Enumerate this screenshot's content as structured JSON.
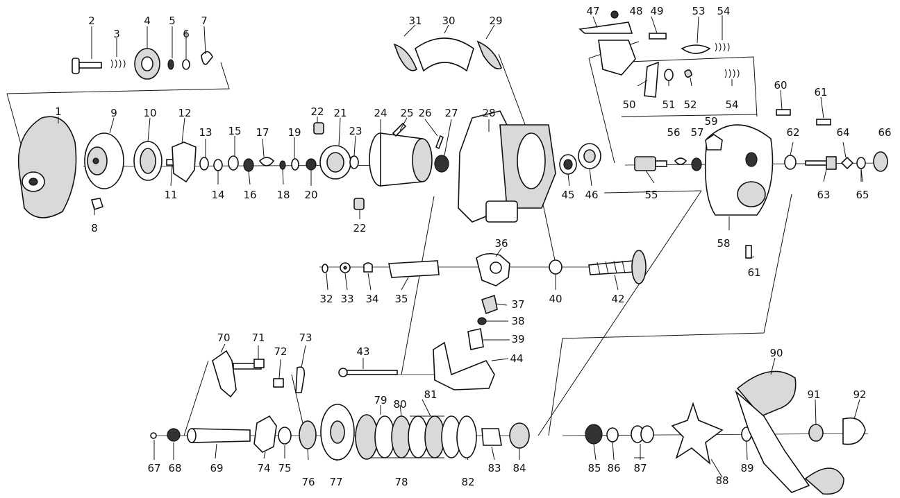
{
  "part_numbers": [
    "1",
    "2",
    "3",
    "4",
    "5",
    "6",
    "7",
    "8",
    "9",
    "10",
    "11",
    "12",
    "13",
    "14",
    "15",
    "16",
    "17",
    "18",
    "19",
    "20",
    "21",
    "22",
    "22",
    "23",
    "24",
    "25",
    "26",
    "27",
    "28",
    "29",
    "30",
    "31",
    "32",
    "33",
    "34",
    "35",
    "36",
    "37",
    "38",
    "39",
    "40",
    "42",
    "43",
    "44",
    "45",
    "46",
    "47",
    "48",
    "49",
    "50",
    "51",
    "52",
    "53",
    "54",
    "54",
    "55",
    "56",
    "57",
    "58",
    "59",
    "60",
    "61",
    "61",
    "62",
    "63",
    "64",
    "65",
    "66",
    "67",
    "68",
    "69",
    "70",
    "71",
    "72",
    "73",
    "74",
    "75",
    "76",
    "77",
    "78",
    "79",
    "80",
    "81",
    "82",
    "83",
    "84",
    "85",
    "86",
    "87",
    "88",
    "89",
    "90",
    "91",
    "92"
  ]
}
